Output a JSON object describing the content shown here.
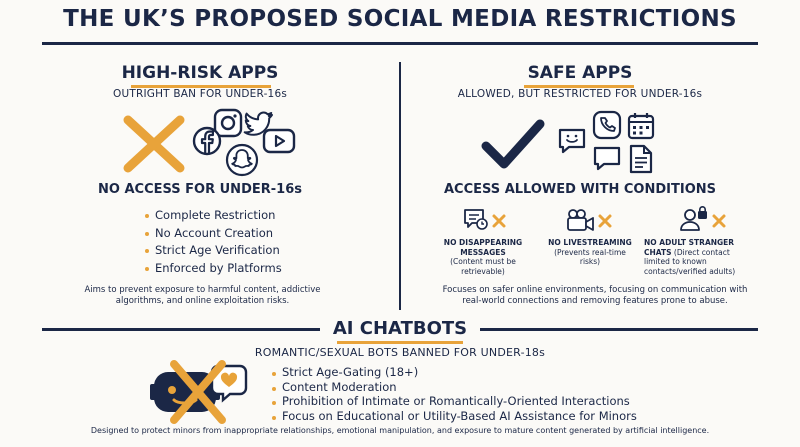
{
  "title": "THE UK’S PROPOSED SOCIAL MEDIA RESTRICTIONS",
  "high_risk": {
    "title": "HIGH-RISK APPS",
    "subtitle": "OUTRIGHT BAN FOR UNDER-16s",
    "heading": "NO ACCESS FOR UNDER-16s",
    "bullets": [
      "Complete Restriction",
      "No Account Creation",
      "Strict Age Verification",
      "Enforced by Platforms"
    ],
    "note_line1": "Aims to prevent exposure to harmful content, addictive",
    "note_line2": "algorithms, and online exploitation risks.",
    "icons": [
      "cross-mark-icon",
      "instagram-icon",
      "twitter-icon",
      "facebook-icon",
      "youtube-icon",
      "snapchat-icon"
    ]
  },
  "safe": {
    "title": "SAFE APPS",
    "subtitle": "ALLOWED, BUT RESTRICTED FOR UNDER-16s",
    "heading": "ACCESS ALLOWED WITH CONDITIONS",
    "conditions": [
      {
        "title1": "NO DISAPPEARING",
        "title2": "MESSAGES",
        "desc1": "(Content must be",
        "desc2": "retrievable)",
        "icon": "message-timer-icon"
      },
      {
        "title1": "NO LIVESTREAMING",
        "title2": "",
        "desc1": "(Prevents real-time",
        "desc2": "risks)",
        "icon": "video-camera-icon"
      },
      {
        "title1": "NO ADULT STRANGER",
        "title2": "CHATS",
        "desc1": "(Direct contact",
        "desc2": "limited to known",
        "desc3": "contacts/verified adults)",
        "icon": "locked-user-icon"
      }
    ],
    "note_line1": "Focuses on safer online environments, focusing on communication with",
    "note_line2": "real-world connections and removing features prone to abuse.",
    "icons": [
      "check-mark-icon",
      "smiley-chat-icon",
      "phone-icon",
      "calendar-icon",
      "chat-bubble-icon",
      "document-icon"
    ]
  },
  "ai": {
    "title": "AI CHATBOTS",
    "subtitle": "ROMANTIC/SEXUAL BOTS BANNED FOR UNDER-18s",
    "bullets": [
      "Strict Age-Gating (18+)",
      "Content Moderation",
      "Prohibition of Intimate or Romantically-Oriented Interactions",
      "Focus on Educational or Utility-Based AI Assistance for Minors"
    ],
    "note": "Designed to protect minors from inappropriate relationships, emotional manipulation, and exposure to mature content generated by artificial intelligence."
  },
  "colors": {
    "navy": "#1b2746",
    "accent": "#e8a33a",
    "background": "#fbfaf7"
  }
}
